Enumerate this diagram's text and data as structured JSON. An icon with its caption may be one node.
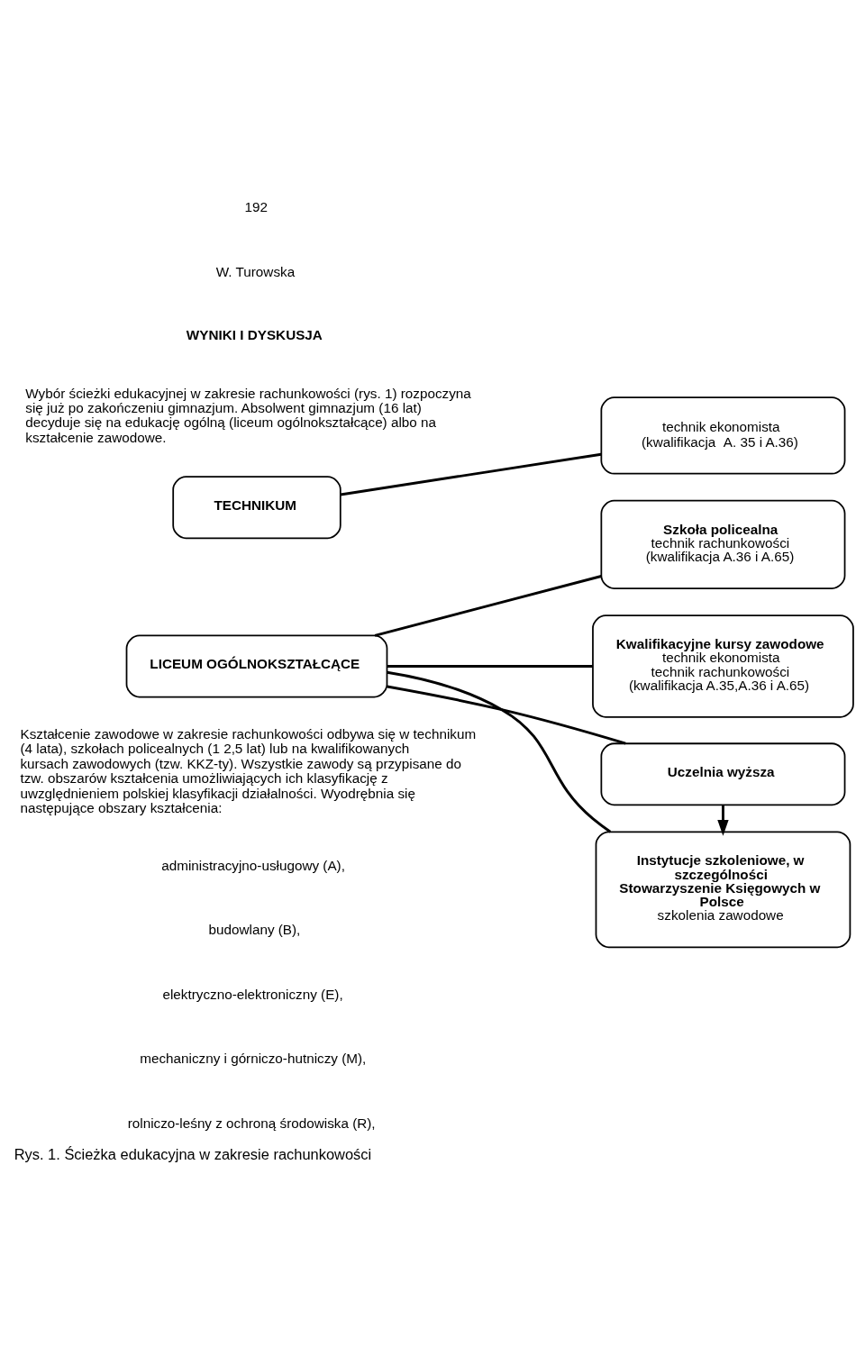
{
  "diagram": {
    "caption": "Rys. 1. Ścieżka edukacyjna w zakresie rachunkowości",
    "nodes": [
      {
        "text": [
          "TECHNIKUM"
        ]
      },
      {
        "text": [
          "technik ekonomista",
          "(kwalifikacja  A. 35 i A.36)"
        ]
      },
      {
        "text": [
          "Szkoła policealna",
          "technik rachunkowości",
          "(kwalifikacja A.36 i A.65)"
        ]
      },
      {
        "text": [
          "Kwalifikacyjne kursy zawodowe",
          "technik ekonomista",
          "technik rachunkowości",
          "(kwalifikacja A.35,A.36 i A.65)"
        ]
      },
      {
        "text": [
          "LICEUM OGÓLNOKSZTAŁCĄCE"
        ]
      },
      {
        "text": [
          "Uczelnia wyższa"
        ]
      },
      {
        "text": [
          "Instytucje szkoleniowe, w szczególności",
          "Stowarzyszenie Księgowych w Polsce",
          "szkolenia zawodowe"
        ]
      }
    ],
    "edges": [
      {
        "from": 0,
        "to": 1,
        "arrow": "none"
      },
      {
        "from": 4,
        "to": 2,
        "arrow": "none"
      },
      {
        "from": 4,
        "to": 3,
        "arrow": "none"
      },
      {
        "from": 4,
        "to": 5,
        "arrow": "none"
      },
      {
        "from": 4,
        "to": 6,
        "arrow": "none"
      },
      {
        "from": 5,
        "to": 6,
        "arrow": "to"
      }
    ],
    "labels": [
      "192",
      "W. Turowska",
      "WYNIKI I DYSKUSJA",
      "Wybór ścieżki edukacyjnej w zakresie rachunkowości (rys. 1) rozpoczyna się już po zakończeniu gimnazjum. Absolwent gimnazjum (16 lat) decyduje się na edukację ogólną (liceum ogólnokształcące) albo na kształcenie zawodowe.",
      "Kształcenie zawodowe w zakresie rachunkowości odbywa się w technikum (4 lata), szkołach policealnych (1 2,5 lat) lub na kwalifikowanych kursach zawodowych (tzw. KKZ-ty). Wszystkie zawody są przypisane do tzw. obszarów kształcenia umożliwiających ich klasyfikację z uwzględnieniem polskiej klasyfikacji działalności. Wyodrębnia się następujące obszary kształcenia:",
      "administracyjno-usługowy (A),",
      "budowlany (B),",
      "elektryczno-elektroniczny (E),",
      "mechaniczny i górniczo-hutniczy (M),",
      "rolniczo-leśny z ochroną środowiska (R),"
    ]
  }
}
